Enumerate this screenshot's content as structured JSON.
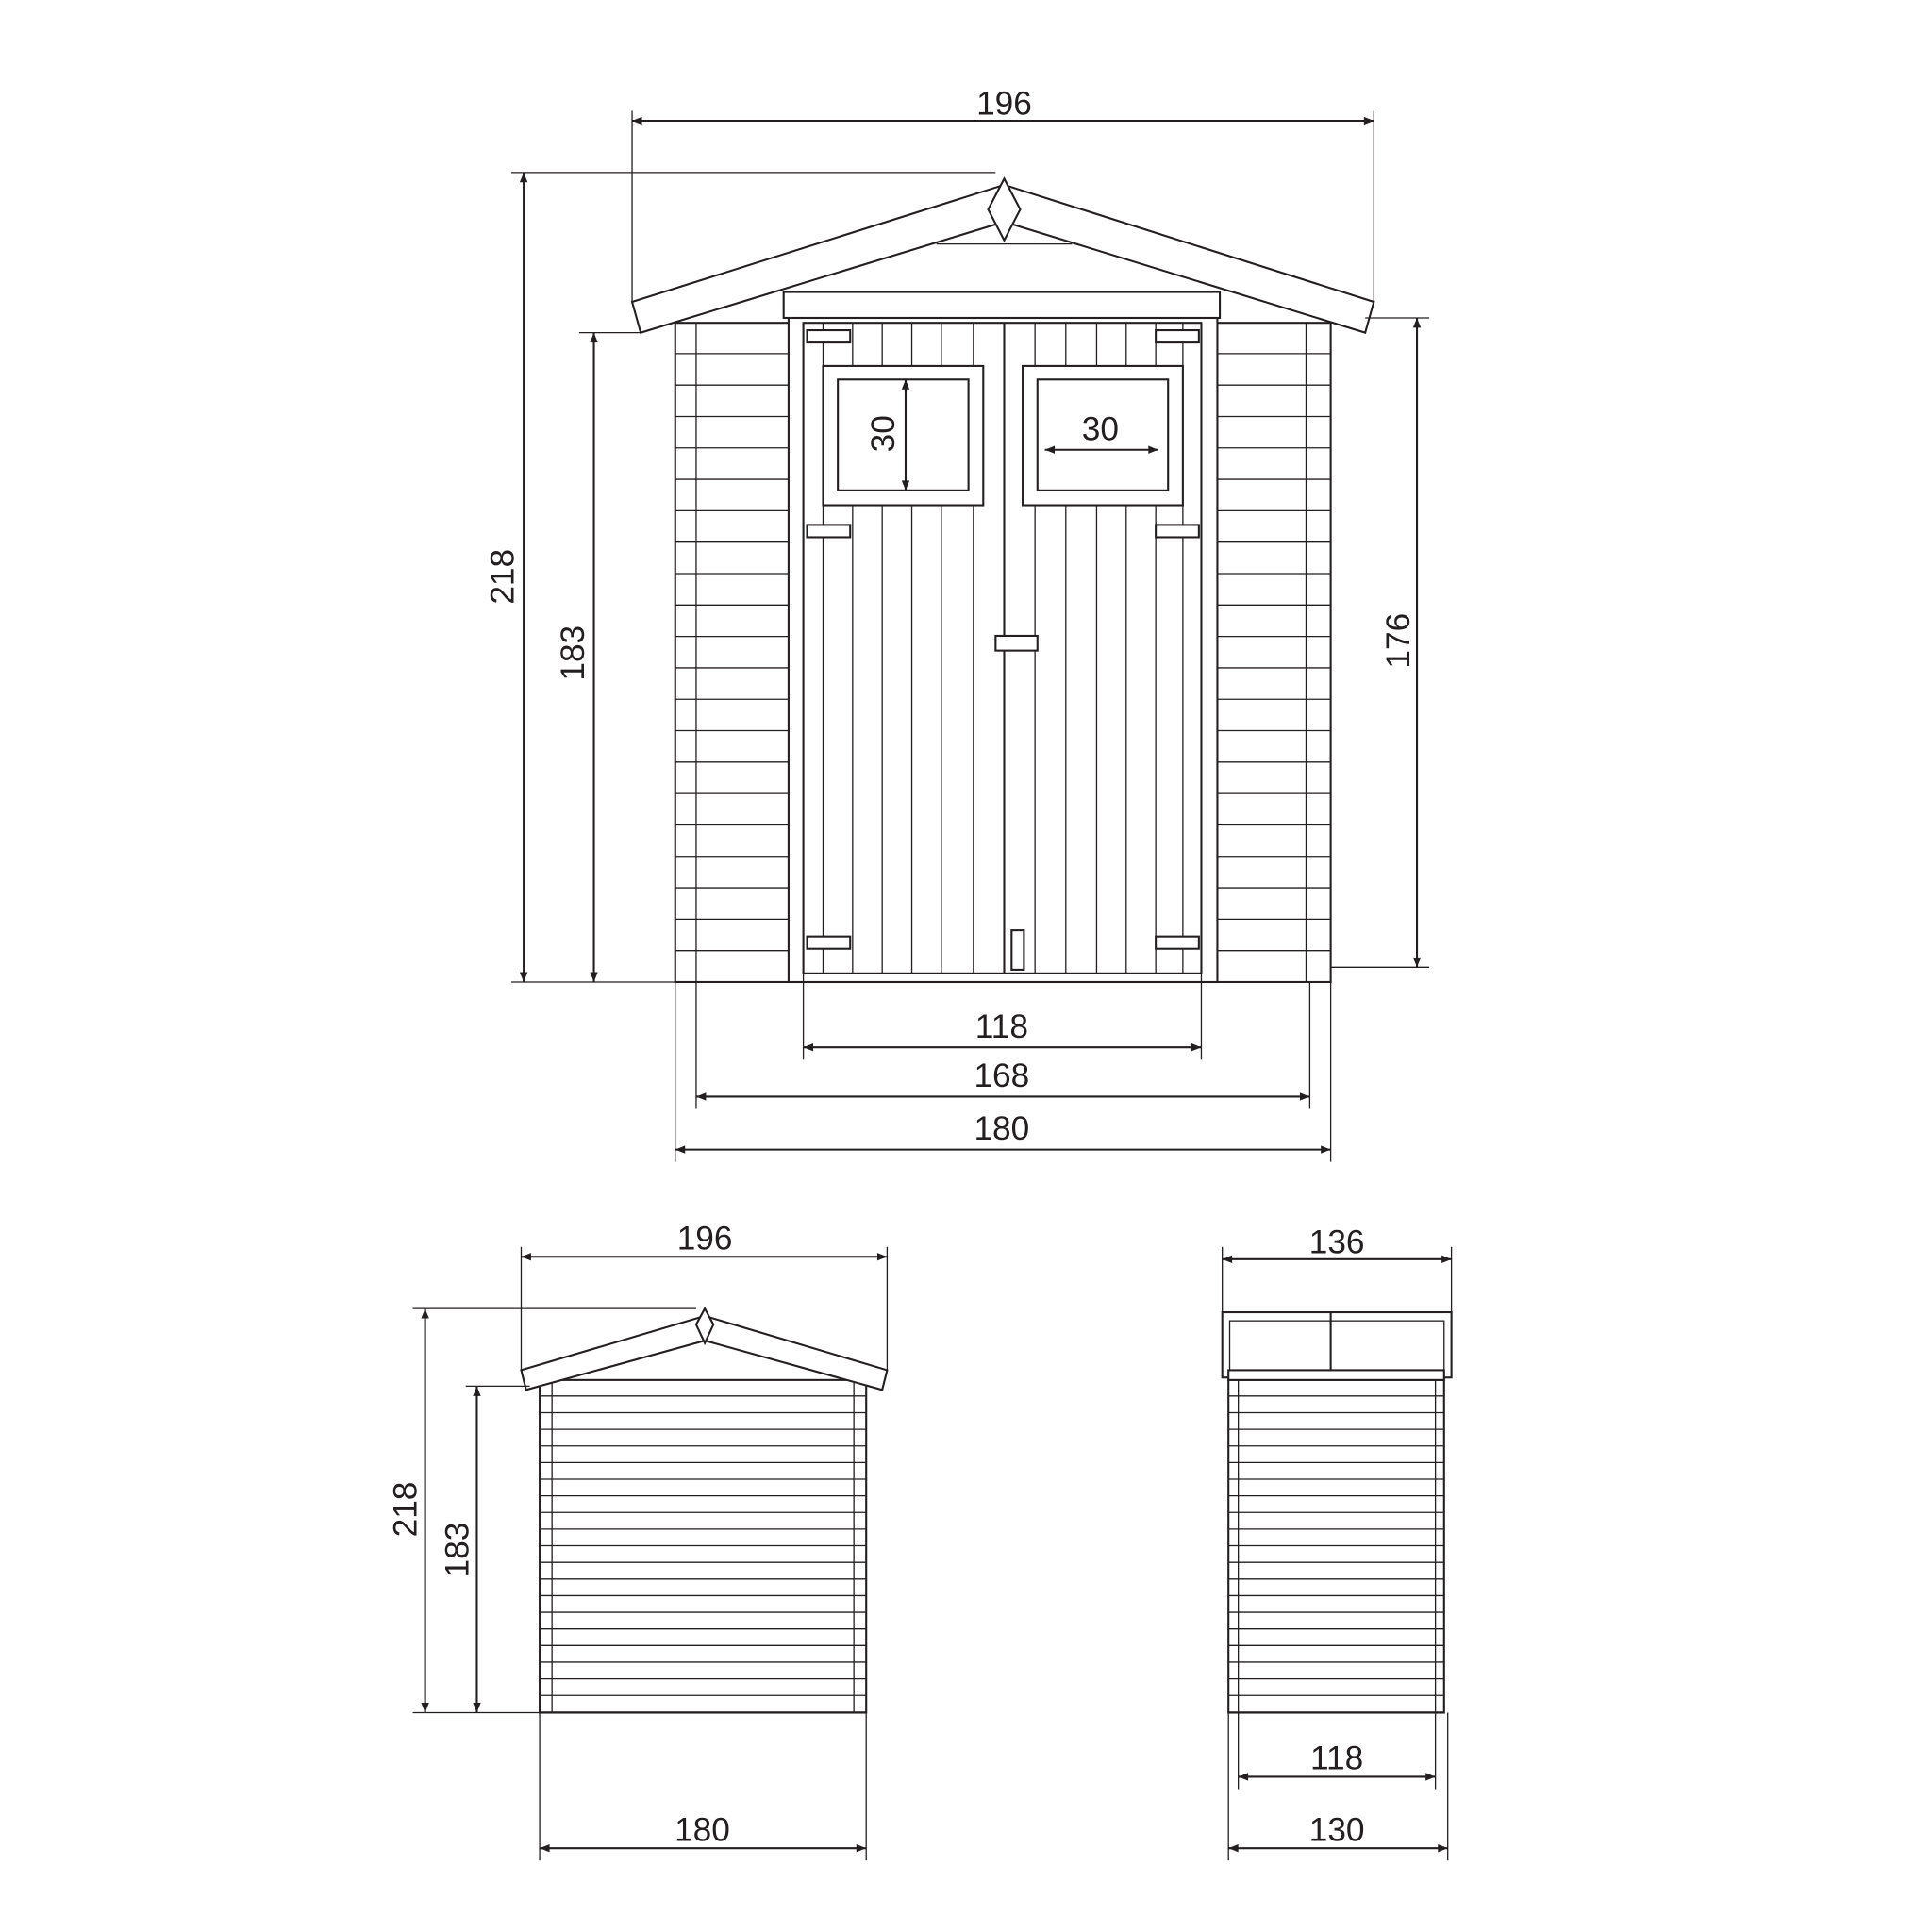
{
  "front_view": {
    "roof_width": "196",
    "total_height": "218",
    "wall_height_left": "183",
    "wall_height_right": "176",
    "window_height": "30",
    "window_width": "30",
    "door_width": "118",
    "wall_inner_width": "168",
    "wall_outer_width": "180"
  },
  "back_view": {
    "roof_width": "196",
    "total_height": "218",
    "wall_height": "183",
    "wall_width": "180"
  },
  "side_view": {
    "roof_depth": "136",
    "inner_depth": "118",
    "wall_depth": "130"
  },
  "line_color": "#231f20"
}
